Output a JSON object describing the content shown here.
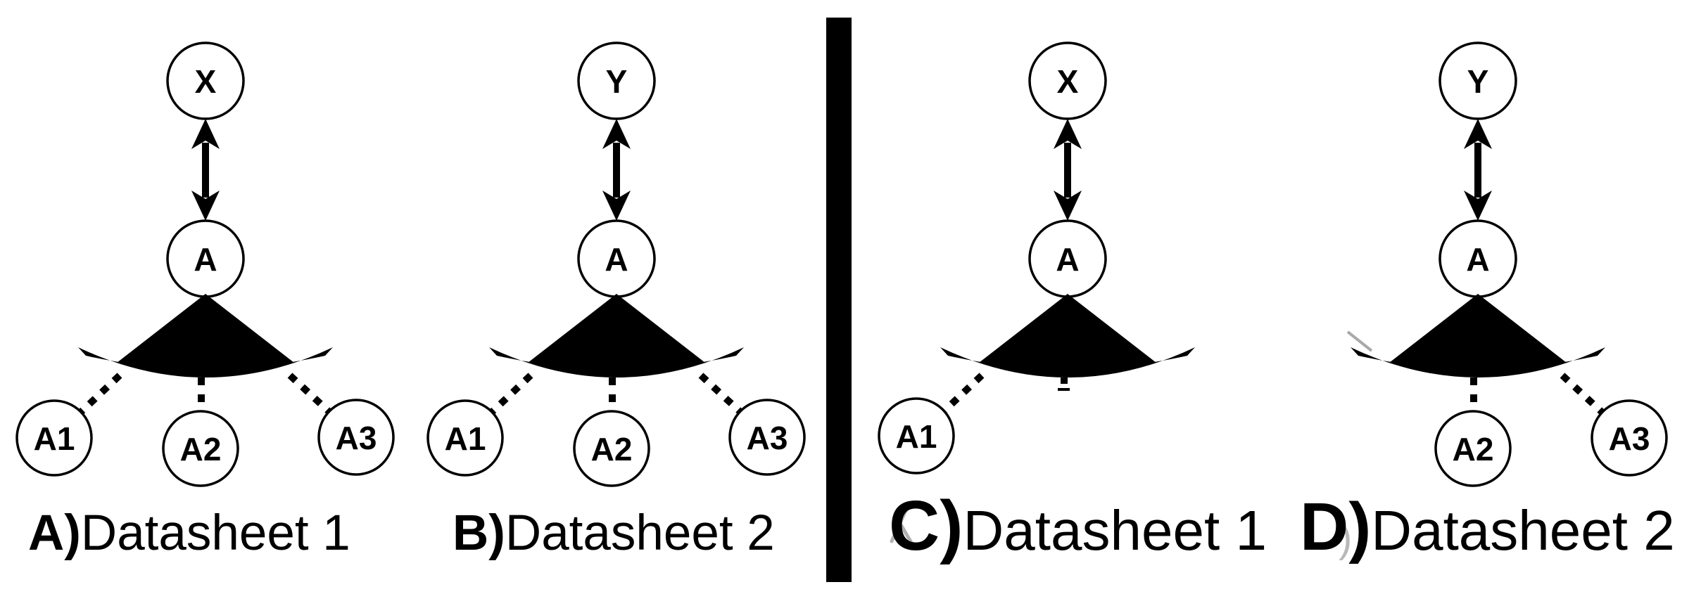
{
  "figure": {
    "background": "#ffffff",
    "ink_color": "#000000",
    "divider_color": "#000000",
    "panels": [
      {
        "label_prefix": "A)",
        "label_text": "Datasheet 1",
        "top_node": "X",
        "hub_node": "A",
        "children": {
          "c1": "A1",
          "c2": "A2",
          "c3": "A3"
        }
      },
      {
        "label_prefix": "B)",
        "label_text": "Datasheet 2",
        "top_node": "Y",
        "hub_node": "A",
        "children": {
          "c1": "A1",
          "c2": "A2",
          "c3": "A3"
        }
      },
      {
        "label_prefix": "C)",
        "label_text": "Datasheet 1",
        "top_node": "X",
        "hub_node": "A",
        "children": {
          "c1": "A1"
        }
      },
      {
        "label_prefix": "D)",
        "label_text": "Datasheet 2",
        "top_node": "Y",
        "hub_node": "A",
        "children": {
          "c2": "A2",
          "c3": "A3"
        }
      }
    ]
  }
}
